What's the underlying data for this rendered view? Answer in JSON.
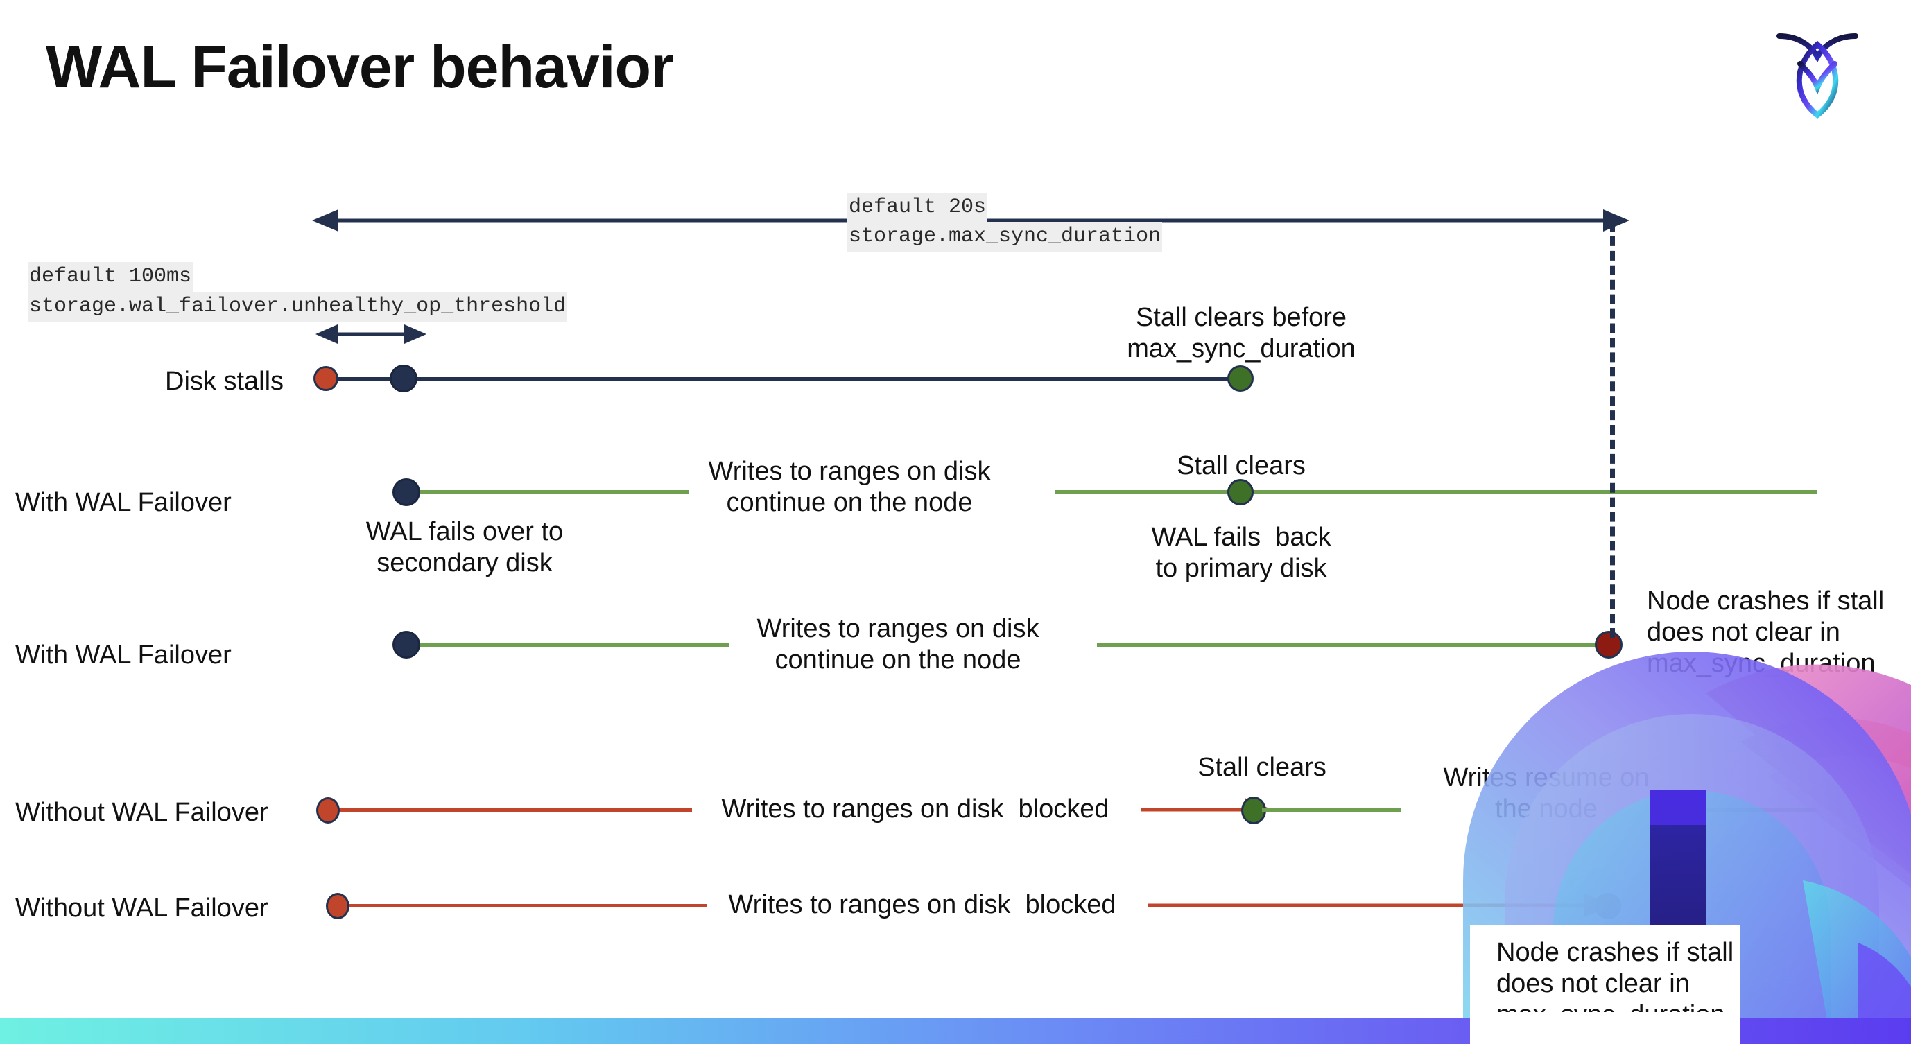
{
  "slide": {
    "title": "WAL Failover behavior",
    "logo_icon": "cockroachdb-logo-icon"
  },
  "annotations": {
    "top_duration": {
      "default": "default 20s",
      "setting": "storage.max_sync_duration"
    },
    "threshold": {
      "default": "default 100ms",
      "setting": "storage.wal_failover.unhealthy_op_threshold"
    }
  },
  "rows": [
    {
      "id": "disk-stalls",
      "label": "Disk stalls",
      "notes": [
        "Stall clears before\nmax_sync_duration"
      ]
    },
    {
      "id": "with-wal-failover-clears",
      "label": "With WAL Failover",
      "notes": [
        "WAL fails over to\nsecondary disk",
        "Writes to ranges on disk\ncontinue on the node",
        "Stall clears",
        "WAL fails  back\nto primary disk"
      ]
    },
    {
      "id": "with-wal-failover-crash",
      "label": "With WAL Failover",
      "notes": [
        "Writes to ranges on disk\ncontinue on the node",
        "Node crashes if stall\ndoes not clear in\nmax_sync_duration"
      ]
    },
    {
      "id": "without-wal-failover-clears",
      "label": "Without WAL Failover",
      "notes": [
        "Writes to ranges on disk  blocked",
        "Stall clears",
        "Writes resume on\nthe node"
      ]
    },
    {
      "id": "without-wal-failover-crash",
      "label": "Without WAL Failover",
      "notes": [
        "Writes to ranges on disk  blocked",
        "Node crashes if stall\ndoes not clear in\nmax_sync_duration"
      ]
    }
  ],
  "colors": {
    "navy": "#23314f",
    "green_line": "#6fa050",
    "green_dot": "#3f7027",
    "red_line": "#c1452a",
    "orange_dot": "#c1452a",
    "dark_red_dot": "#8d1b12",
    "code_bg": "#eeeeee",
    "text": "#111111"
  },
  "legend_semantics": {
    "navy_dot": "wal-failover-start-marker",
    "orange_dot": "stall-start-marker",
    "green_dot": "stall-clears-marker",
    "dark_red_dot": "node-crash-marker"
  }
}
